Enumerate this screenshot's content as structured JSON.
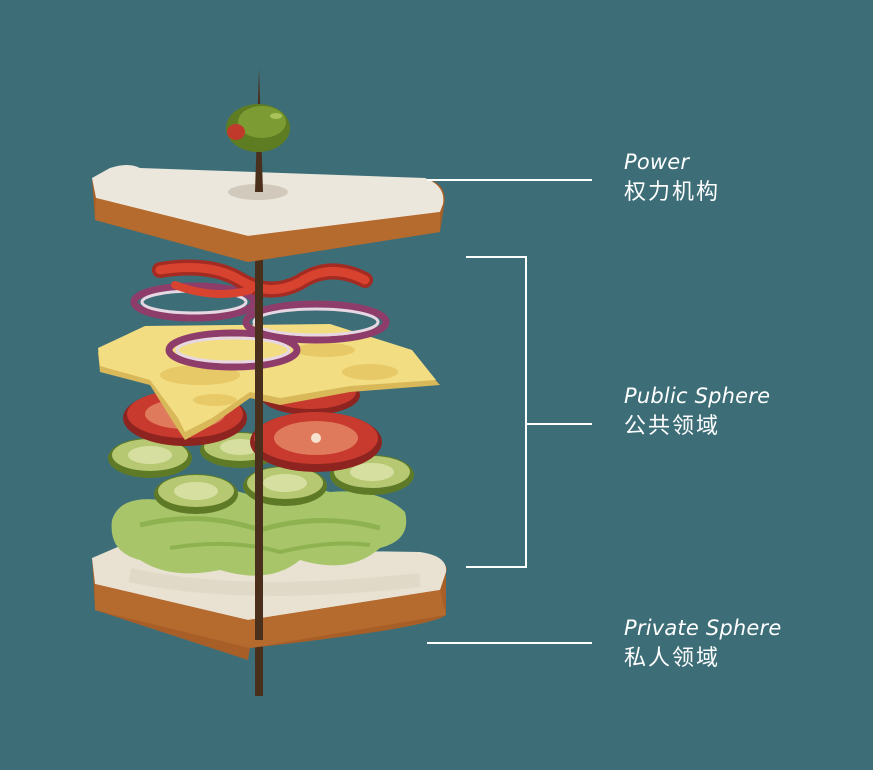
{
  "labels": {
    "power": {
      "en": "Power",
      "zh": "权力机构"
    },
    "public": {
      "en": "Public Sphere",
      "zh": "公共领域"
    },
    "private": {
      "en": "Private Sphere",
      "zh": "私人领域"
    }
  },
  "colors": {
    "background": "#3d6e78",
    "bread_top": "#ece7dc",
    "crust": "#b56a2e",
    "olive": "#6f8f2c",
    "pimento": "#c0392b",
    "ketchup": "#c0392b",
    "onion": "#8e3d6b",
    "cheese": "#f3dd82",
    "tomato": "#b8322a",
    "cucumber": "#8aa33e",
    "lettuce": "#a8c56a",
    "skewer": "#4a2f1c",
    "line": "#ffffff"
  }
}
